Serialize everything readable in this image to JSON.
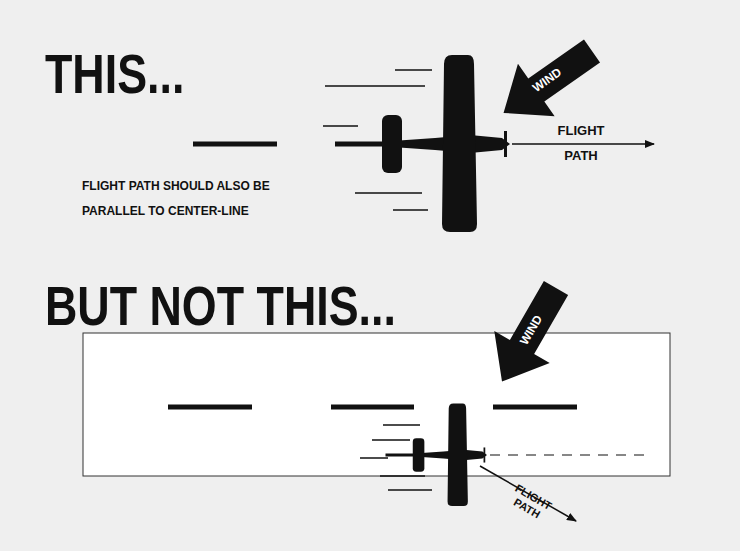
{
  "diagram": {
    "labels": [
      "THIS...",
      "WIND",
      "FLIGHT PATH",
      "FLIGHT PATH SHOULD ALSO BE PARALLEL TO CENTER-LINE",
      "BUT NOT THIS...",
      "WIND",
      "FLIGHT PATH"
    ]
  }
}
